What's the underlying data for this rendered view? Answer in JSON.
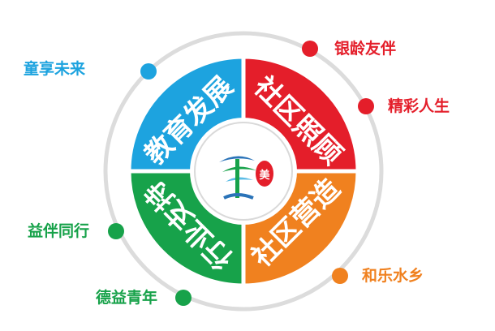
{
  "diagram": {
    "quadrants": {
      "top_left": {
        "label": "教育发展",
        "color": "#1da3df"
      },
      "top_right": {
        "label": "社区照顾",
        "color": "#e41e2a"
      },
      "bottom_left": {
        "label": "行业支持",
        "color": "#17a24a"
      },
      "bottom_right": {
        "label": "社区营造",
        "color": "#f0811f"
      }
    },
    "satellites": {
      "child_future": {
        "label": "童享未来",
        "color": "#1da3df"
      },
      "silver_companion": {
        "label": "银龄友伴",
        "color": "#e41e2a"
      },
      "wonderful_life": {
        "label": "精彩人生",
        "color": "#e41e2a"
      },
      "benefit_together": {
        "label": "益伴同行",
        "color": "#17a24a"
      },
      "virtue_youth": {
        "label": "德益青年",
        "color": "#17a24a"
      },
      "harmony_village": {
        "label": "和乐水乡",
        "color": "#f0811f"
      }
    },
    "center_logo": {
      "stamp_text": "美",
      "seal_color": "#e41e2a"
    }
  }
}
